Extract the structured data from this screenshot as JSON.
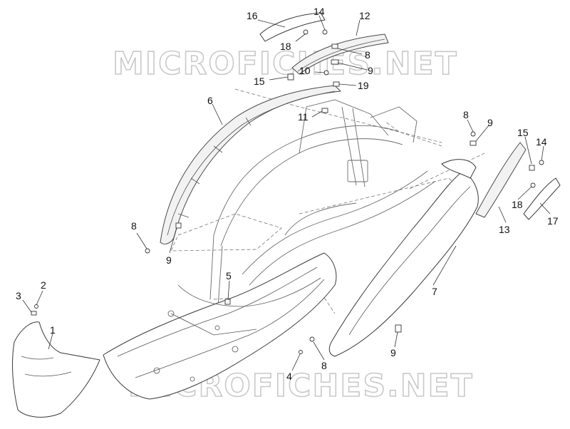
{
  "watermark": "MICROFICHES.NET",
  "callouts": [
    {
      "id": "c16",
      "text": "16"
    },
    {
      "id": "c14a",
      "text": "14"
    },
    {
      "id": "c12",
      "text": "12"
    },
    {
      "id": "c18a",
      "text": "18"
    },
    {
      "id": "c8a",
      "text": "8"
    },
    {
      "id": "c9a",
      "text": "9"
    },
    {
      "id": "c10",
      "text": "10"
    },
    {
      "id": "c15a",
      "text": "15"
    },
    {
      "id": "c19",
      "text": "19"
    },
    {
      "id": "c6",
      "text": "6"
    },
    {
      "id": "c11",
      "text": "11"
    },
    {
      "id": "c8b",
      "text": "8"
    },
    {
      "id": "c9b",
      "text": "9"
    },
    {
      "id": "c15b",
      "text": "15"
    },
    {
      "id": "c14b",
      "text": "14"
    },
    {
      "id": "c18b",
      "text": "18"
    },
    {
      "id": "c13",
      "text": "13"
    },
    {
      "id": "c17",
      "text": "17"
    },
    {
      "id": "c8c",
      "text": "8"
    },
    {
      "id": "c9c",
      "text": "9"
    },
    {
      "id": "c5",
      "text": "5"
    },
    {
      "id": "c7",
      "text": "7"
    },
    {
      "id": "c2",
      "text": "2"
    },
    {
      "id": "c3",
      "text": "3"
    },
    {
      "id": "c1",
      "text": "1"
    },
    {
      "id": "c9d",
      "text": "9"
    },
    {
      "id": "c4",
      "text": "4"
    },
    {
      "id": "c8d",
      "text": "8"
    }
  ]
}
